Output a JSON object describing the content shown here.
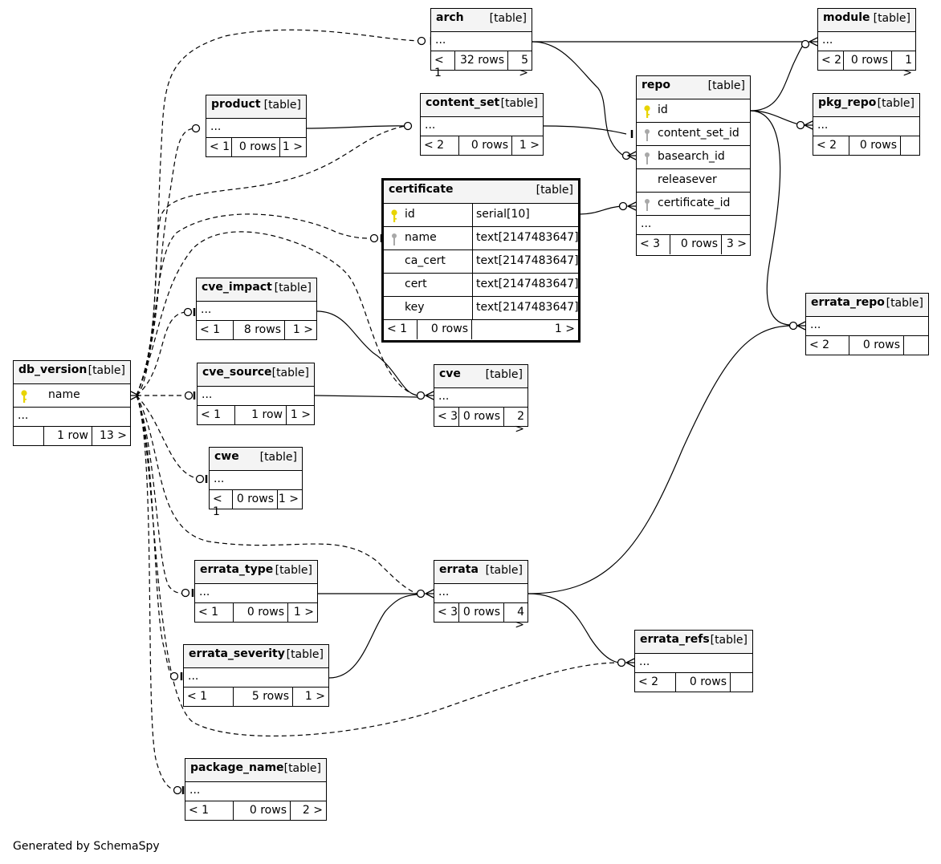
{
  "tag_label": "[table]",
  "generated_by": "Generated by SchemaSpy",
  "tables": {
    "arch": {
      "name": "arch",
      "ellipsis": "...",
      "footer": [
        "< 1",
        "32 rows",
        "5 >"
      ]
    },
    "module": {
      "name": "module",
      "ellipsis": "...",
      "footer": [
        "< 2",
        "0 rows",
        "1 >"
      ]
    },
    "product": {
      "name": "product",
      "ellipsis": "...",
      "footer": [
        "< 1",
        "0 rows",
        "1 >"
      ]
    },
    "content_set": {
      "name": "content_set",
      "ellipsis": "...",
      "footer": [
        "< 2",
        "0 rows",
        "1 >"
      ]
    },
    "repo": {
      "name": "repo",
      "columns": [
        "id",
        "content_set_id",
        "basearch_id",
        "releasever",
        "certificate_id"
      ],
      "ellipsis": "...",
      "footer": [
        "< 3",
        "0 rows",
        "3 >"
      ]
    },
    "pkg_repo": {
      "name": "pkg_repo",
      "ellipsis": "...",
      "footer": [
        "< 2",
        "0 rows",
        ""
      ]
    },
    "certificate": {
      "name": "certificate",
      "columns": [
        {
          "name": "id",
          "type": "serial[10]"
        },
        {
          "name": "name",
          "type": "text[2147483647]"
        },
        {
          "name": "ca_cert",
          "type": "text[2147483647]"
        },
        {
          "name": "cert",
          "type": "text[2147483647]"
        },
        {
          "name": "key",
          "type": "text[2147483647]"
        }
      ],
      "footer": [
        "< 1",
        "0 rows",
        "1 >"
      ]
    },
    "cve_impact": {
      "name": "cve_impact",
      "ellipsis": "...",
      "footer": [
        "< 1",
        "8 rows",
        "1 >"
      ]
    },
    "errata_repo": {
      "name": "errata_repo",
      "ellipsis": "...",
      "footer": [
        "< 2",
        "0 rows",
        ""
      ]
    },
    "db_version": {
      "name": "db_version",
      "columns": [
        "name"
      ],
      "ellipsis": "...",
      "footer": [
        "",
        "1 row",
        "13 >"
      ]
    },
    "cve_source": {
      "name": "cve_source",
      "ellipsis": "...",
      "footer": [
        "< 1",
        "1 row",
        "1 >"
      ]
    },
    "cve": {
      "name": "cve",
      "ellipsis": "...",
      "footer": [
        "< 3",
        "0 rows",
        "2 >"
      ]
    },
    "cwe": {
      "name": "cwe",
      "ellipsis": "...",
      "footer": [
        "< 1",
        "0 rows",
        "1 >"
      ]
    },
    "errata_type": {
      "name": "errata_type",
      "ellipsis": "...",
      "footer": [
        "< 1",
        "0 rows",
        "1 >"
      ]
    },
    "errata": {
      "name": "errata",
      "ellipsis": "...",
      "footer": [
        "< 3",
        "0 rows",
        "4 >"
      ]
    },
    "errata_severity": {
      "name": "errata_severity",
      "ellipsis": "...",
      "footer": [
        "< 1",
        "5 rows",
        "1 >"
      ]
    },
    "errata_refs": {
      "name": "errata_refs",
      "ellipsis": "...",
      "footer": [
        "< 2",
        "0 rows",
        ""
      ]
    },
    "package_name": {
      "name": "package_name",
      "ellipsis": "...",
      "footer": [
        "< 1",
        "0 rows",
        "2 >"
      ]
    }
  },
  "colors": {
    "primary_key": "#e8d400",
    "foreign_key": "#9a9a9a",
    "header_bg": "#f4f4f4",
    "line": "#000000"
  }
}
